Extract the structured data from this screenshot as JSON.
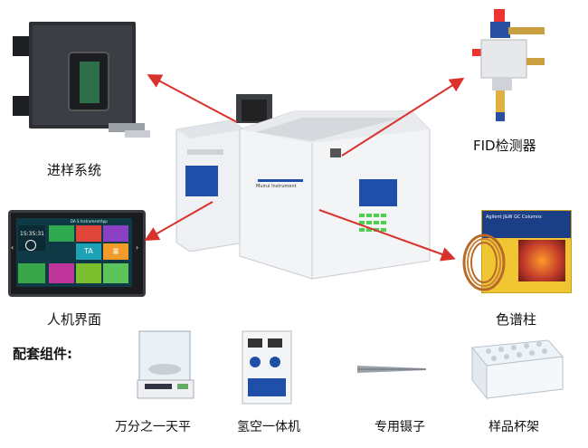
{
  "labels": {
    "injection_system": "进样系统",
    "fid_detector": "FID检测器",
    "hmi": "人机界面",
    "column": "色谱柱"
  },
  "accessories": {
    "title": "配套组件:",
    "items": [
      {
        "label": "万分之一天平"
      },
      {
        "label": "氢空一体机"
      },
      {
        "label": "专用镊子"
      },
      {
        "label": "样品杯架"
      }
    ]
  },
  "screen": {
    "brand": "DA S  InstrumentApp",
    "time": "15:35:31",
    "tile_labels": [
      "TA",
      "量"
    ]
  },
  "column_box": {
    "title": "Agilent J&W GC Columns"
  },
  "instrument": {
    "brand_text": "Muirui Instrument"
  },
  "colors": {
    "arrow": "#d9312b",
    "panel_blue": "#1f4fa8",
    "instrument_white": "#f2f3f5"
  }
}
